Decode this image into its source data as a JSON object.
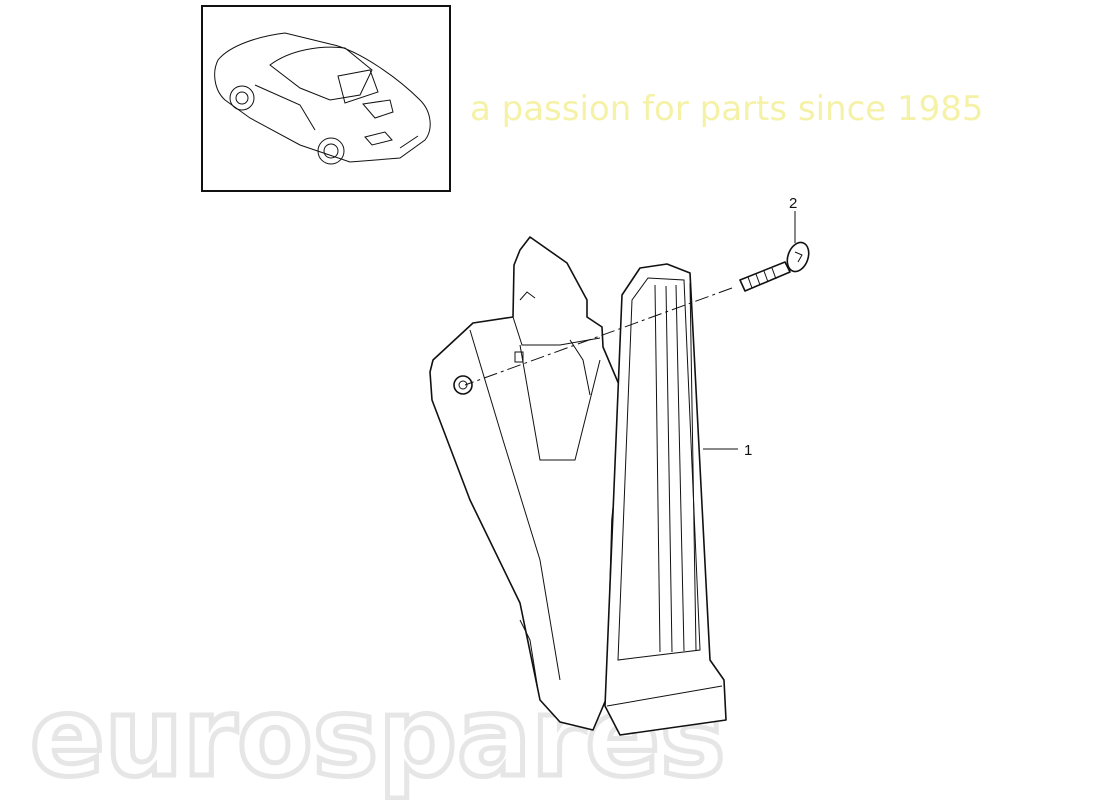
{
  "watermark": {
    "brand": "eurospares",
    "tagline": "a passion for parts since 1985",
    "brand_color": "#e6e6e6",
    "tagline_color": "#f5f2a8"
  },
  "thumbnail": {
    "icon": "convertible-car-icon"
  },
  "callouts": [
    {
      "number": "1",
      "part": "accelerator-pedal"
    },
    {
      "number": "2",
      "part": "screw"
    }
  ]
}
